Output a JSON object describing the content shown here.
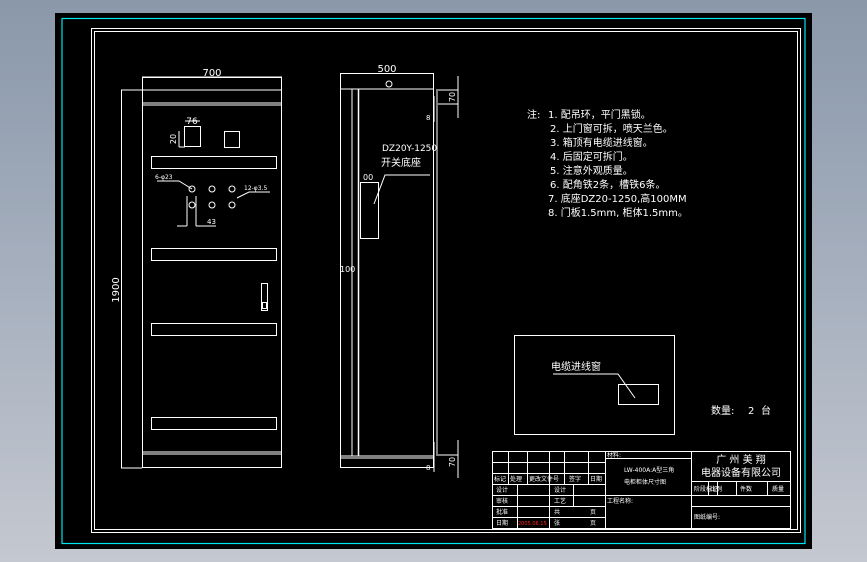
{
  "drawing": {
    "front_view": {
      "width_dim": "700",
      "height_dim": "1900",
      "meter_width_dim": "76",
      "meter_height_dim": "20",
      "hole_label_left": "6-φ23",
      "hole_label_right": "12-φ3.5",
      "hole_spacing_dim": "43"
    },
    "side_view": {
      "depth_dim": "500",
      "top_dim": "70",
      "top_small_dim": "8",
      "bottom_dim": "70",
      "bottom_small_dim": "8",
      "base_dim": "00",
      "post_dim": "100",
      "switch_model": "DZ20Y-1250",
      "switch_label": "开关底座"
    },
    "notes": {
      "title": "注:",
      "items": [
        "1. 配吊环，平门黑锁。",
        "2. 上门窗可拆，喷天兰色。",
        "3. 箱顶有电缆进线窗。",
        "4. 后固定可拆门。",
        "5. 注意外观质量。",
        "6. 配角铁2条，槽铁6条。",
        "7. 底座DZ20-1250,高100MM",
        "8. 门板1.5mm, 柜体1.5mm。"
      ]
    },
    "top_view": {
      "label": "电缆进线窗"
    },
    "quantity": {
      "label": "数量:",
      "value": "2",
      "unit": "台"
    },
    "title_block": {
      "rev_headers": [
        "标记",
        "处理",
        "更改文件号",
        "签字",
        "日期"
      ],
      "rows_left": [
        "设计",
        "审核",
        "批准",
        "日期"
      ],
      "rows_mid": [
        "设计",
        "工艺",
        "共",
        "张"
      ],
      "page_unit": "页",
      "date_value": "2005.06.15",
      "material_label": "材料:",
      "title_line1": "LW-400A:A型三角",
      "title_line2": "电柜柜体尺寸图",
      "project_label": "工程名称:",
      "company_line1": "广 州 美 翔",
      "company_line2": "电器设备有限公司",
      "company_headers": [
        "阶段标记",
        "比例",
        "件数",
        "质量"
      ],
      "drawing_no_label": "图纸编号:"
    },
    "colors": {
      "background": "#000000",
      "line": "#ffffff",
      "frame_cyan": "#00e5f0",
      "date_red": "#ff2020"
    }
  }
}
